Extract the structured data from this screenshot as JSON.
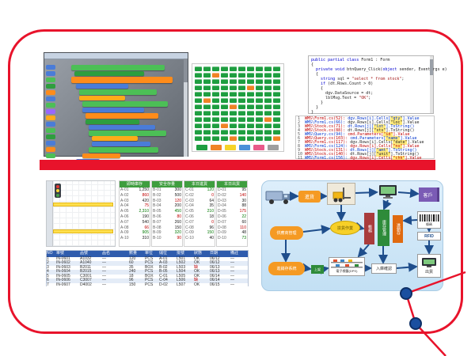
{
  "slide": {
    "border_color": "#e8132b",
    "divider_color": "#e8132b",
    "dot_fill": "#1a4fa0",
    "dot_ring": "#0d2f66"
  },
  "block_editor": {
    "colors": {
      "g1": "#4cbf56",
      "g2": "#2e9e3e",
      "o1": "#ff8c1a",
      "o2": "#ffab19",
      "b1": "#4a7cd8",
      "p1": "#9966ff"
    },
    "palette": [
      "b1",
      "b1",
      "g1",
      "g2",
      "o1",
      "b1",
      "g1",
      "p1",
      "o2",
      "b1",
      "g1",
      "g2",
      "b1",
      "o1",
      "g1"
    ],
    "blocks": [
      [
        34,
        8,
        118,
        7,
        "g1"
      ],
      [
        38,
        16,
        88,
        6,
        "g2"
      ],
      [
        34,
        23,
        128,
        8,
        "o1"
      ],
      [
        40,
        32,
        66,
        6,
        "b1"
      ],
      [
        44,
        39,
        98,
        7,
        "g1"
      ],
      [
        44,
        47,
        58,
        6,
        "o2"
      ],
      [
        48,
        54,
        108,
        7,
        "g1"
      ],
      [
        48,
        62,
        78,
        6,
        "b1"
      ],
      [
        52,
        69,
        92,
        7,
        "o1"
      ],
      [
        52,
        77,
        68,
        6,
        "g2"
      ],
      [
        56,
        84,
        84,
        6,
        "b1"
      ],
      [
        56,
        91,
        98,
        7,
        "g1"
      ],
      [
        60,
        98,
        58,
        6,
        "o2"
      ],
      [
        60,
        105,
        74,
        6,
        "b1"
      ],
      [
        56,
        112,
        88,
        7,
        "g1"
      ],
      [
        48,
        120,
        48,
        6,
        "o1"
      ],
      [
        40,
        127,
        30,
        5,
        "b1"
      ]
    ]
  },
  "status_board": {
    "colors": {
      "g": "#1e9e40",
      "o": "#f08326"
    },
    "rows": [
      "gggggggggg",
      "ggoggggggg",
      "gggggggggg",
      "ggggggoggg",
      "gggggggggg",
      "gogggggggg",
      "ggggoggggg",
      "gggggggggg",
      "ggggggggog",
      "gggogggggg",
      "gggggggggg",
      "ggggoggggo"
    ],
    "legend_colors": [
      "#1e9e40",
      "#f08326",
      "#f5d327",
      "#4a90d9",
      "#e85a8a",
      "#9e9e9e"
    ]
  },
  "code_editor": {
    "lines": [
      [
        [
          "public partial class",
          "#0000d0"
        ],
        [
          " Form1 : Form",
          "#222222"
        ]
      ],
      [
        [
          "{",
          "#222222"
        ]
      ],
      [
        [
          "  private void",
          "#0000d0"
        ],
        [
          " btnQuery_Click(",
          "#222222"
        ],
        [
          "object",
          "#0000d0"
        ],
        [
          " sender, EventArgs e)",
          "#222222"
        ]
      ],
      [
        [
          "  {",
          "#222222"
        ]
      ],
      [
        [
          "    string",
          "#0000d0"
        ],
        [
          " sql = ",
          "#222222"
        ],
        [
          "\"select * from stock\"",
          "#a31515"
        ],
        [
          ";",
          "#222222"
        ]
      ],
      [
        [
          "    if",
          "#0000d0"
        ],
        [
          " (dt.Rows.Count > 0)",
          "#222222"
        ]
      ],
      [
        [
          "    {",
          "#222222"
        ]
      ],
      [
        [
          "      dgv.DataSource = dt;",
          "#222222"
        ]
      ],
      [
        [
          "      lblMsg.Text = ",
          "#222222"
        ],
        [
          "\"OK\"",
          "#a31515"
        ],
        [
          ";",
          "#222222"
        ]
      ],
      [
        [
          "    }",
          "#222222"
        ]
      ],
      [
        [
          "  }",
          "#222222"
        ]
      ],
      [
        [
          "}",
          "#222222"
        ]
      ]
    ]
  },
  "search_results": {
    "rows": [
      [
        [
          "1  ",
          "#555555"
        ],
        [
          "WMS\\Form1.cs(52): ",
          "#c00000"
        ],
        [
          "dgv.Rows[i].Cells[",
          "#0033cc"
        ],
        [
          "\"qty\"",
          "#0033cc",
          "#ffe97a"
        ],
        [
          "].Value",
          "#0033cc"
        ]
      ],
      [
        [
          "2  ",
          "#555555"
        ],
        [
          "WMS\\Form1.cs(66): ",
          "#0033cc"
        ],
        [
          "dgv.Rows[i].Cells[",
          "#222222"
        ],
        [
          "\"loc\"",
          "#222222",
          "#ffe97a"
        ],
        [
          "].Value",
          "#222222"
        ]
      ],
      [
        [
          "3  ",
          "#555555"
        ],
        [
          "WMS\\Stock.cs(71): ",
          "#c00000"
        ],
        [
          "dt.Rows[j][",
          "#0033cc"
        ],
        [
          "\"lot\"",
          "#0033cc",
          "#ffe97a"
        ],
        [
          "].ToString()",
          "#0033cc"
        ]
      ],
      [
        [
          "4  ",
          "#555555"
        ],
        [
          "WMS\\Stock.cs(88): ",
          "#c00000"
        ],
        [
          "dt.Rows[j][",
          "#222222"
        ],
        [
          "\"sts\"",
          "#222222",
          "#ffe97a"
        ],
        [
          "].ToString()",
          "#222222"
        ]
      ],
      [
        [
          "5  ",
          "#555555"
        ],
        [
          "WMS\\Query.cs(94): ",
          "#0033cc"
        ],
        [
          "cmd.Parameters[",
          "#c00000"
        ],
        [
          "\"id\"",
          "#c00000",
          "#ffe97a"
        ],
        [
          "].Value",
          "#c00000"
        ]
      ],
      [
        [
          "6  ",
          "#555555"
        ],
        [
          "WMS\\Query.cs(103): ",
          "#c00000"
        ],
        [
          "cmd.Parameters[",
          "#0033cc"
        ],
        [
          "\"name\"",
          "#0033cc",
          "#ffe97a"
        ],
        [
          "].Value",
          "#0033cc"
        ]
      ],
      [
        [
          "7  ",
          "#555555"
        ],
        [
          "WMS\\Form1.cs(117): ",
          "#c00000"
        ],
        [
          "dgv.Rows[i].Cells[",
          "#222222"
        ],
        [
          "\"date\"",
          "#222222",
          "#ffe97a"
        ],
        [
          "].Value",
          "#222222"
        ]
      ],
      [
        [
          "8  ",
          "#555555"
        ],
        [
          "WMS\\Form1.cs(124): ",
          "#0033cc"
        ],
        [
          "dgv.Rows[i].Cells[",
          "#c00000"
        ],
        [
          "\"no\"",
          "#c00000",
          "#ffe97a"
        ],
        [
          "].Value",
          "#c00000"
        ]
      ],
      [
        [
          "9  ",
          "#555555"
        ],
        [
          "WMS\\Stock.cs(131): ",
          "#c00000"
        ],
        [
          "dt.Rows[j][",
          "#0033cc"
        ],
        [
          "\"amt\"",
          "#0033cc",
          "#ffe97a"
        ],
        [
          "].ToString()",
          "#0033cc"
        ]
      ],
      [
        [
          "10 ",
          "#555555"
        ],
        [
          "WMS\\Stock.cs(140): ",
          "#c00000"
        ],
        [
          "dt.Rows[j][",
          "#222222"
        ],
        [
          "\"unit\"",
          "#222222",
          "#ffe97a"
        ],
        [
          "].ToString()",
          "#222222"
        ]
      ],
      [
        [
          "11 ",
          "#555555"
        ],
        [
          "WMS\\Form1.cs(156): ",
          "#0033cc"
        ],
        [
          "dgv.Rows[i].Cells[",
          "#c00000"
        ],
        [
          "\"chk\"",
          "#c00000",
          "#ffe97a"
        ],
        [
          "].Value",
          "#c00000"
        ]
      ]
    ]
  },
  "spreadsheet": {
    "groups": [
      {
        "header": "即時庫存",
        "rows": [
          [
            "A-01",
            "1,250",
            "#222222"
          ],
          [
            "A-02",
            "860",
            "#c00000"
          ],
          [
            "A-03",
            "420",
            "#222222"
          ],
          [
            "A-04",
            "75",
            "#c00000"
          ],
          [
            "A-05",
            "2,310",
            "#007700"
          ],
          [
            "A-06",
            "190",
            "#222222"
          ],
          [
            "A-07",
            "540",
            "#222222"
          ],
          [
            "A-08",
            "66",
            "#c00000"
          ],
          [
            "A-09",
            "905",
            "#007700"
          ],
          [
            "A-10",
            "310",
            "#222222"
          ]
        ]
      },
      {
        "header": "安全存量",
        "rows": [
          [
            "B-01",
            "300",
            "#222222"
          ],
          [
            "B-02",
            "500",
            "#222222"
          ],
          [
            "B-03",
            "120",
            "#c00000"
          ],
          [
            "B-04",
            "200",
            "#222222"
          ],
          [
            "B-05",
            "450",
            "#007700"
          ],
          [
            "B-06",
            "80",
            "#c00000"
          ],
          [
            "B-07",
            "260",
            "#222222"
          ],
          [
            "B-08",
            "150",
            "#222222"
          ],
          [
            "B-09",
            "320",
            "#007700"
          ],
          [
            "B-10",
            "90",
            "#c00000"
          ]
        ]
      },
      {
        "header": "本日進貨",
        "rows": [
          [
            "C-01",
            "120",
            "#007700"
          ],
          [
            "C-02",
            "0",
            "#c00000"
          ],
          [
            "C-03",
            "64",
            "#222222"
          ],
          [
            "C-04",
            "35",
            "#222222"
          ],
          [
            "C-05",
            "210",
            "#007700"
          ],
          [
            "C-06",
            "18",
            "#222222"
          ],
          [
            "C-07",
            "0",
            "#c00000"
          ],
          [
            "C-08",
            "96",
            "#222222"
          ],
          [
            "C-09",
            "150",
            "#007700"
          ],
          [
            "C-10",
            "40",
            "#222222"
          ]
        ]
      },
      {
        "header": "本日出貨",
        "rows": [
          [
            "D-01",
            "95",
            "#222222"
          ],
          [
            "D-02",
            "140",
            "#c00000"
          ],
          [
            "D-03",
            "30",
            "#222222"
          ],
          [
            "D-04",
            "88",
            "#222222"
          ],
          [
            "D-05",
            "175",
            "#c00000"
          ],
          [
            "D-06",
            "22",
            "#007700"
          ],
          [
            "D-07",
            "60",
            "#222222"
          ],
          [
            "D-08",
            "110",
            "#c00000"
          ],
          [
            "D-09",
            "48",
            "#222222"
          ],
          [
            "D-10",
            "73",
            "#007700"
          ]
        ]
      }
    ],
    "table": {
      "headers": [
        "NO",
        "單號",
        "品號",
        "品名",
        "數量",
        "單位",
        "儲位",
        "批號",
        "狀態",
        "日期",
        "備註"
      ],
      "widths": [
        12,
        30,
        28,
        34,
        20,
        18,
        22,
        22,
        20,
        26,
        24
      ],
      "rows": [
        [
          "1",
          "IN-0601",
          "A1032",
          "—",
          "120",
          "PCS",
          "A-01",
          "L501",
          "OK",
          "06/12",
          "—"
        ],
        [
          "2",
          "IN-0602",
          "A1040",
          "—",
          "60",
          "PCS",
          "A-03",
          "L502",
          "OK",
          "06/12",
          "—"
        ],
        [
          "3",
          "IN-0603",
          "B2011",
          "—",
          "35",
          "BOX",
          "B-02",
          "L503",
          "缺",
          "06/13",
          "—"
        ],
        [
          "4",
          "IN-0604",
          "B2015",
          "—",
          "240",
          "PCS",
          "B-05",
          "L504",
          "OK",
          "06/13",
          "—"
        ],
        [
          "5",
          "IN-0605",
          "C3001",
          "—",
          "18",
          "BOX",
          "C-01",
          "L505",
          "OK",
          "06/14",
          "—"
        ],
        [
          "6",
          "IN-0606",
          "C3007",
          "—",
          "96",
          "PCS",
          "C-04",
          "L506",
          "缺",
          "06/14",
          "—"
        ],
        [
          "7",
          "IN-0607",
          "D4002",
          "—",
          "150",
          "PCS",
          "D-02",
          "L507",
          "OK",
          "06/15",
          "—"
        ]
      ]
    }
  },
  "flow_diagram": {
    "nodes": {
      "receiving": "進貨",
      "customer": "客戶",
      "supplier": "供應商管理",
      "picking": "撿貨作業",
      "accounting": "帳務",
      "inventory": "庫存管理",
      "erp": "進銷存",
      "barcode": "條碼",
      "rfid": "RFID",
      "scm": "進銷存系統",
      "putaway": "上架",
      "dps": "電子標籤(DPS)",
      "inbound_confirm": "入庫確認",
      "shipping": "出貨"
    },
    "arrows": [
      [
        40,
        19,
        45,
        19
      ],
      [
        74,
        19,
        81,
        19
      ],
      [
        118,
        15,
        145,
        14
      ],
      [
        172,
        14,
        197,
        16
      ],
      [
        100,
        30,
        100,
        49
      ],
      [
        124,
        59,
        128,
        60
      ],
      [
        159,
        24,
        154,
        35
      ],
      [
        196,
        49,
        179,
        50
      ],
      [
        135,
        80,
        122,
        95
      ],
      [
        153,
        82,
        153,
        103
      ],
      [
        52,
        64,
        85,
        60
      ],
      [
        30,
        74,
        30,
        101
      ],
      [
        54,
        110,
        61,
        111
      ],
      [
        78,
        111,
        83,
        110
      ],
      [
        130,
        110,
        137,
        110
      ],
      [
        170,
        110,
        195,
        108
      ],
      [
        211,
        60,
        211,
        63
      ],
      [
        211,
        75,
        211,
        91
      ]
    ]
  }
}
